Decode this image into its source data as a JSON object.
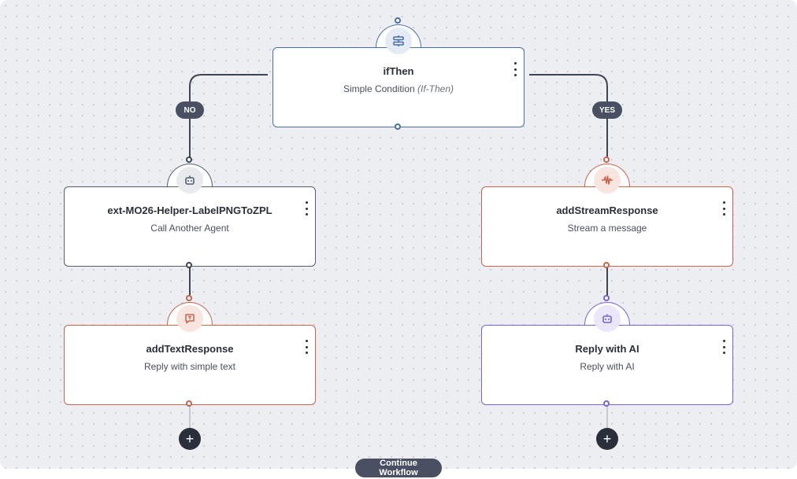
{
  "nodes": {
    "if_then": {
      "title": "ifThen",
      "subtitle": "Simple Condition",
      "subtitle_em": "(If-Then)",
      "accent": "#4a6fa5",
      "icon": "branch-split-icon"
    },
    "call_agent": {
      "title": "ext-MO26-Helper-LabelPNGToZPL",
      "subtitle": "Call Another Agent",
      "accent": "#565d72",
      "icon": "robot-icon"
    },
    "add_text_response": {
      "title": "addTextResponse",
      "subtitle": "Reply with simple text",
      "accent": "#c9644d",
      "icon": "message-text-icon"
    },
    "add_stream_response": {
      "title": "addStreamResponse",
      "subtitle": "Stream a message",
      "accent": "#c9644d",
      "icon": "waveform-icon"
    },
    "reply_with_ai": {
      "title": "Reply with AI",
      "subtitle": "Reply with AI",
      "accent": "#7a62d6",
      "icon": "robot-icon"
    }
  },
  "branches": {
    "no": "NO",
    "yes": "YES"
  },
  "buttons": {
    "add_symbol": "+",
    "continue": "Continue Workflow"
  },
  "colors": {
    "canvas_bg": "#eceef1",
    "connector": "#3d4454",
    "badge_bg": "#4a5062",
    "add_button_bg": "#2b2f3a"
  }
}
